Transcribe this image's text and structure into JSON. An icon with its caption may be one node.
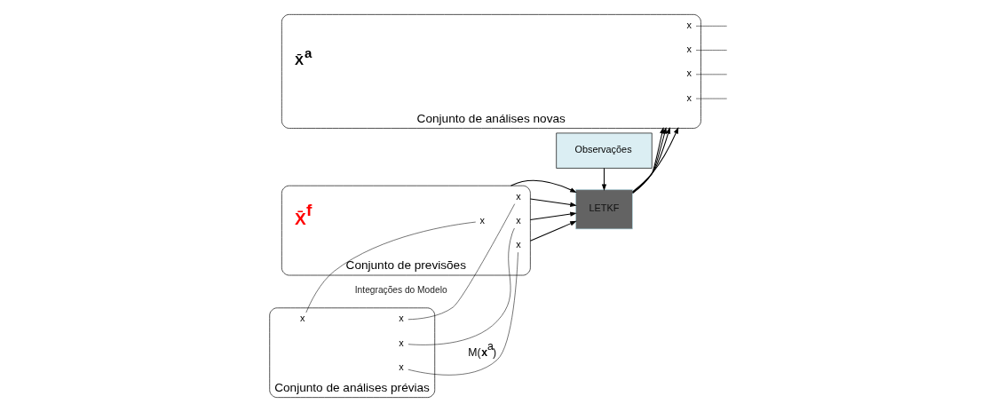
{
  "diagram": {
    "nodes": [
      {
        "text": [
          "Conjunto de análises prévias"
        ]
      },
      {
        "text": [
          "x"
        ],
        "in": 0
      },
      {
        "text": [
          "x"
        ],
        "in": 0
      },
      {
        "text": [
          "x"
        ],
        "in": 0
      },
      {
        "text": [
          "x"
        ],
        "in": 0
      },
      {
        "text": [
          "Conjunto de previsões"
        ],
        "beside": [
          "X̄$^{f}$"
        ]
      },
      {
        "text": [
          "x"
        ],
        "in": 5
      },
      {
        "text": [
          "x"
        ],
        "in": 5
      },
      {
        "text": [
          "x"
        ],
        "in": 5
      },
      {
        "text": [
          "x"
        ],
        "in": 5
      },
      {
        "text": [
          "Observações"
        ]
      },
      {
        "text": [
          "LETKF"
        ]
      },
      {
        "text": [
          "Conjunto de análises novas"
        ],
        "beside": [
          "X̄$^{a}$"
        ]
      },
      {
        "text": [
          "x"
        ],
        "in": 12
      },
      {
        "text": [
          "x"
        ],
        "in": 12
      },
      {
        "text": [
          "x"
        ],
        "in": 12
      },
      {
        "text": [
          "x"
        ],
        "in": 12
      }
    ],
    "edges": [
      {
        "from": 1,
        "to": 6,
        "arrow": "none",
        "label": "M(**x**$^{a}$)"
      },
      {
        "from": 2,
        "to": 8,
        "arrow": "none"
      },
      {
        "from": 3,
        "to": 7,
        "arrow": "none"
      },
      {
        "from": 4,
        "to": 9,
        "arrow": "none"
      },
      {
        "from": 5,
        "to": 11,
        "arrow": "to"
      },
      {
        "from": 5,
        "to": 11,
        "arrow": "to"
      },
      {
        "from": 5,
        "to": 11,
        "arrow": "to"
      },
      {
        "from": 5,
        "to": 11,
        "arrow": "to"
      },
      {
        "from": 10,
        "to": 11,
        "arrow": "to"
      },
      {
        "from": 11,
        "to": 12,
        "arrow": "to"
      },
      {
        "from": 11,
        "to": 12,
        "arrow": "to"
      },
      {
        "from": 11,
        "to": 12,
        "arrow": "to"
      },
      {
        "from": 11,
        "to": 12,
        "arrow": "to"
      },
      {
        "from": 13,
        "to": null,
        "arrow": "none"
      },
      {
        "from": 14,
        "to": null,
        "arrow": "none"
      },
      {
        "from": 15,
        "to": null,
        "arrow": "none"
      },
      {
        "from": 16,
        "to": null,
        "arrow": "none"
      }
    ],
    "labels": [
      "Integrações do Modelo"
    ]
  }
}
